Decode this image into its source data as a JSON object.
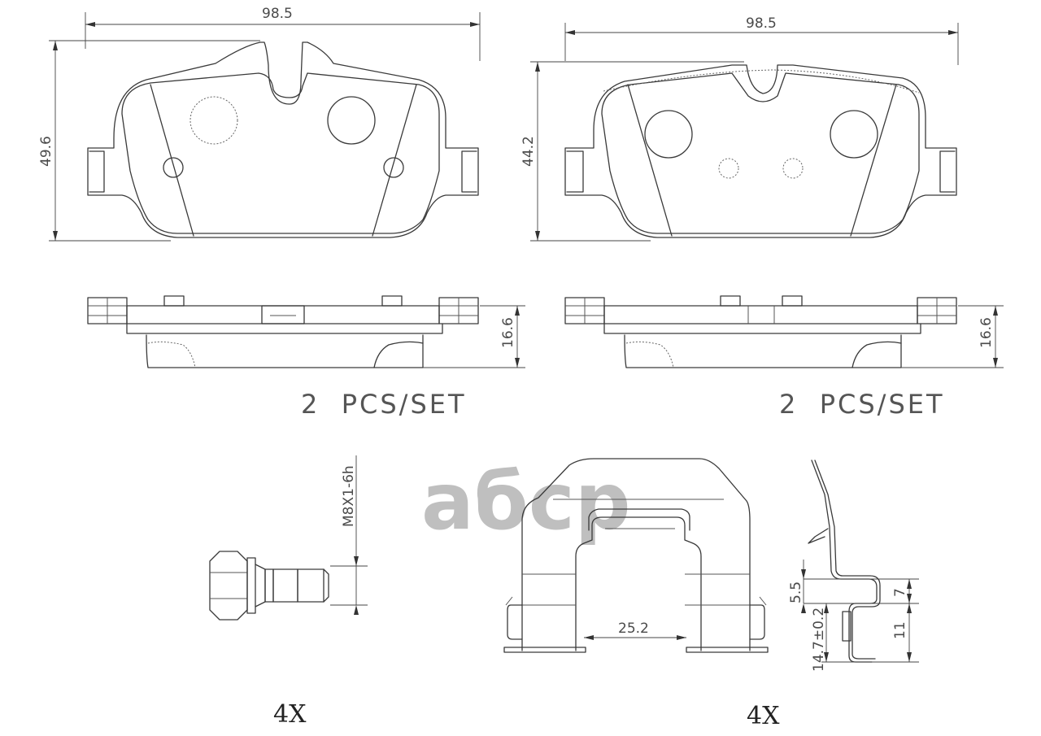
{
  "watermark": "aбcp",
  "pad_left": {
    "width_dim": "98.5",
    "height_dim": "49.6",
    "thickness_dim": "16.6",
    "set_label": "2  PCS/SET"
  },
  "pad_right": {
    "width_dim": "98.5",
    "height_dim": "44.2",
    "thickness_dim": "16.6",
    "set_label": "2  PCS/SET"
  },
  "bolt": {
    "thread_label": "M8X1-6h",
    "quantity": "4X"
  },
  "clip": {
    "width_dim": "25.2",
    "quantity": "4X"
  },
  "spring": {
    "dim_a": "5.5",
    "dim_b": "7",
    "dim_c": "14.7±0.2",
    "dim_d": "11"
  }
}
